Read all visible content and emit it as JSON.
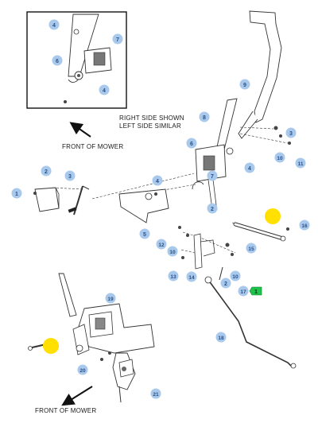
{
  "notes": {
    "right_side": "RIGHT SIDE SHOWN",
    "left_side": "LEFT SIDE SIMILAR",
    "front_top": "FRONT OF MOWER",
    "front_bottom": "FRONT OF MOWER"
  },
  "callouts": [
    {
      "id": "inset-4a",
      "label": "4"
    },
    {
      "id": "inset-7",
      "label": "7"
    },
    {
      "id": "inset-6",
      "label": "6"
    },
    {
      "id": "inset-4b",
      "label": "4"
    },
    {
      "id": "c9",
      "label": "9"
    },
    {
      "id": "c8",
      "label": "8"
    },
    {
      "id": "c3-top",
      "label": "3"
    },
    {
      "id": "c10-top",
      "label": "10"
    },
    {
      "id": "c11",
      "label": "11"
    },
    {
      "id": "c6",
      "label": "6"
    },
    {
      "id": "c4-mid",
      "label": "4"
    },
    {
      "id": "c7",
      "label": "7"
    },
    {
      "id": "c2-left",
      "label": "2"
    },
    {
      "id": "c3-left",
      "label": "3"
    },
    {
      "id": "c1",
      "label": "1"
    },
    {
      "id": "c4-plate",
      "label": "4"
    },
    {
      "id": "c2-center",
      "label": "2"
    },
    {
      "id": "c5",
      "label": "5"
    },
    {
      "id": "c16",
      "label": "16"
    },
    {
      "id": "c12",
      "label": "12"
    },
    {
      "id": "c10-mid",
      "label": "10"
    },
    {
      "id": "c15",
      "label": "15"
    },
    {
      "id": "c13",
      "label": "13"
    },
    {
      "id": "c14",
      "label": "14"
    },
    {
      "id": "c2-low",
      "label": "2"
    },
    {
      "id": "c10-low",
      "label": "10"
    },
    {
      "id": "c17",
      "label": "17"
    },
    {
      "id": "c19",
      "label": "19"
    },
    {
      "id": "c18",
      "label": "18"
    },
    {
      "id": "c20",
      "label": "20"
    },
    {
      "id": "c21",
      "label": "21"
    }
  ],
  "flag": {
    "label": "1"
  },
  "colors": {
    "callout": "#a9c9ec",
    "callout_text": "#2b4f86",
    "highlight": "#ffe000",
    "flag": "#1fc24a",
    "line": "#333333"
  }
}
